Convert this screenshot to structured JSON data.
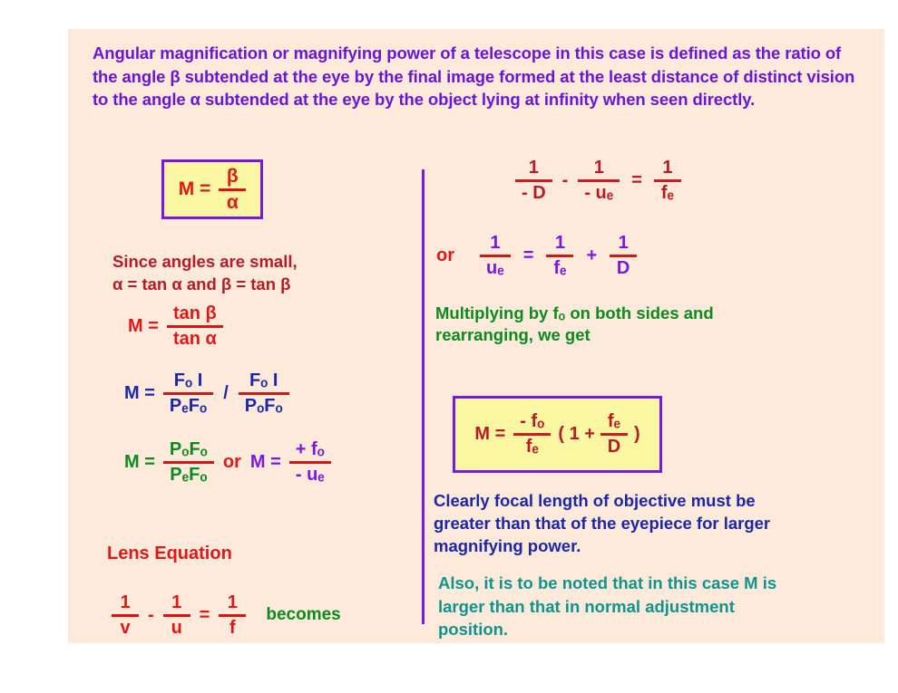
{
  "slide": {
    "background_color": "#fdeadb",
    "header": "Angular magnification or magnifying power of a telescope in this case is defined as the ratio of the angle β subtended at the eye by the final image formed at the least distance of distinct vision to the angle α subtended at the eye by the object lying at infinity when seen directly.",
    "header_color": "#6a16d6"
  },
  "left": {
    "box1": {
      "lead": "M =",
      "numerator": "β",
      "denominator": "α",
      "text_color": "#e11818",
      "fill_color": "#fbf6a2",
      "border_color": "#7b18e0"
    },
    "note_small_angles": "Since angles are small,\nα = tan α  and β = tan β",
    "note_small_angles_color": "#b81b27",
    "eq_tan": {
      "lead": "M =",
      "numerator": "tan β",
      "denominator": "tan α",
      "color": "#e11818"
    },
    "eq_ratio": {
      "lead": "M =",
      "frac1_num": "Fₒ I",
      "frac1_den": "PₑFₒ",
      "operator": "/",
      "frac2_num": "Fₒ I",
      "frac2_den": "PₒFₒ",
      "color": "#1b27a8"
    },
    "eq_or": {
      "lead": "M =",
      "frac1_num": "PₒFₒ",
      "frac1_den": "PₑFₒ",
      "color1": "#0d8a1f",
      "or_word": "or",
      "or_color": "#e11818",
      "lead2": "M =",
      "frac2_num": "+ fₒ",
      "frac2_den": "- uₑ",
      "color2": "#7b18e0"
    },
    "lens_equation_title": "Lens Equation",
    "lens_equation_title_color": "#e11818",
    "lens_equation": {
      "f1_num": "1",
      "f1_den": "v",
      "op1": "-",
      "f2_num": "1",
      "f2_den": "u",
      "op2": "=",
      "f3_num": "1",
      "f3_den": "f",
      "color": "#e11818",
      "becomes": "becomes",
      "becomes_color": "#0d8a1f"
    }
  },
  "right": {
    "eq_top": {
      "f1_num": "1",
      "f1_den": "- D",
      "op1": "-",
      "f2_num": "1",
      "f2_den": "- uₑ",
      "op2": "=",
      "f3_num": "1",
      "f3_den": "fₑ",
      "color": "#b81b27"
    },
    "eq_or2": {
      "or_word": "or",
      "or_color": "#e11818",
      "f1_num": "1",
      "f1_den": "uₑ",
      "op1": "=",
      "f2_num": "1",
      "f2_den": "fₑ",
      "op2": "+",
      "f3_num": "1",
      "f3_den": "D",
      "color": "#7b18e0"
    },
    "note_multiplying": "Multiplying by fₒ on both sides and\nrearranging, we get",
    "note_multiplying_color": "#0d8a1f",
    "box2": {
      "lead": "M =",
      "frac1_num": "- fₒ",
      "frac1_den": "fₑ",
      "open_paren": "( 1 +",
      "frac2_num": "fₑ",
      "frac2_den": "D",
      "close_paren": ")",
      "text_color": "#c21f28",
      "fill_color": "#fbf6a2",
      "border_color": "#7b18e0"
    },
    "note_clearly": "Clearly focal length of objective must be\ngreater than that of the eyepiece for larger\nmagnifying power.",
    "note_clearly_color": "#1b27a8",
    "note_also": "Also, it is to be noted that in this case M is\nlarger than that in normal adjustment\nposition.",
    "note_also_color": "#10938c"
  }
}
